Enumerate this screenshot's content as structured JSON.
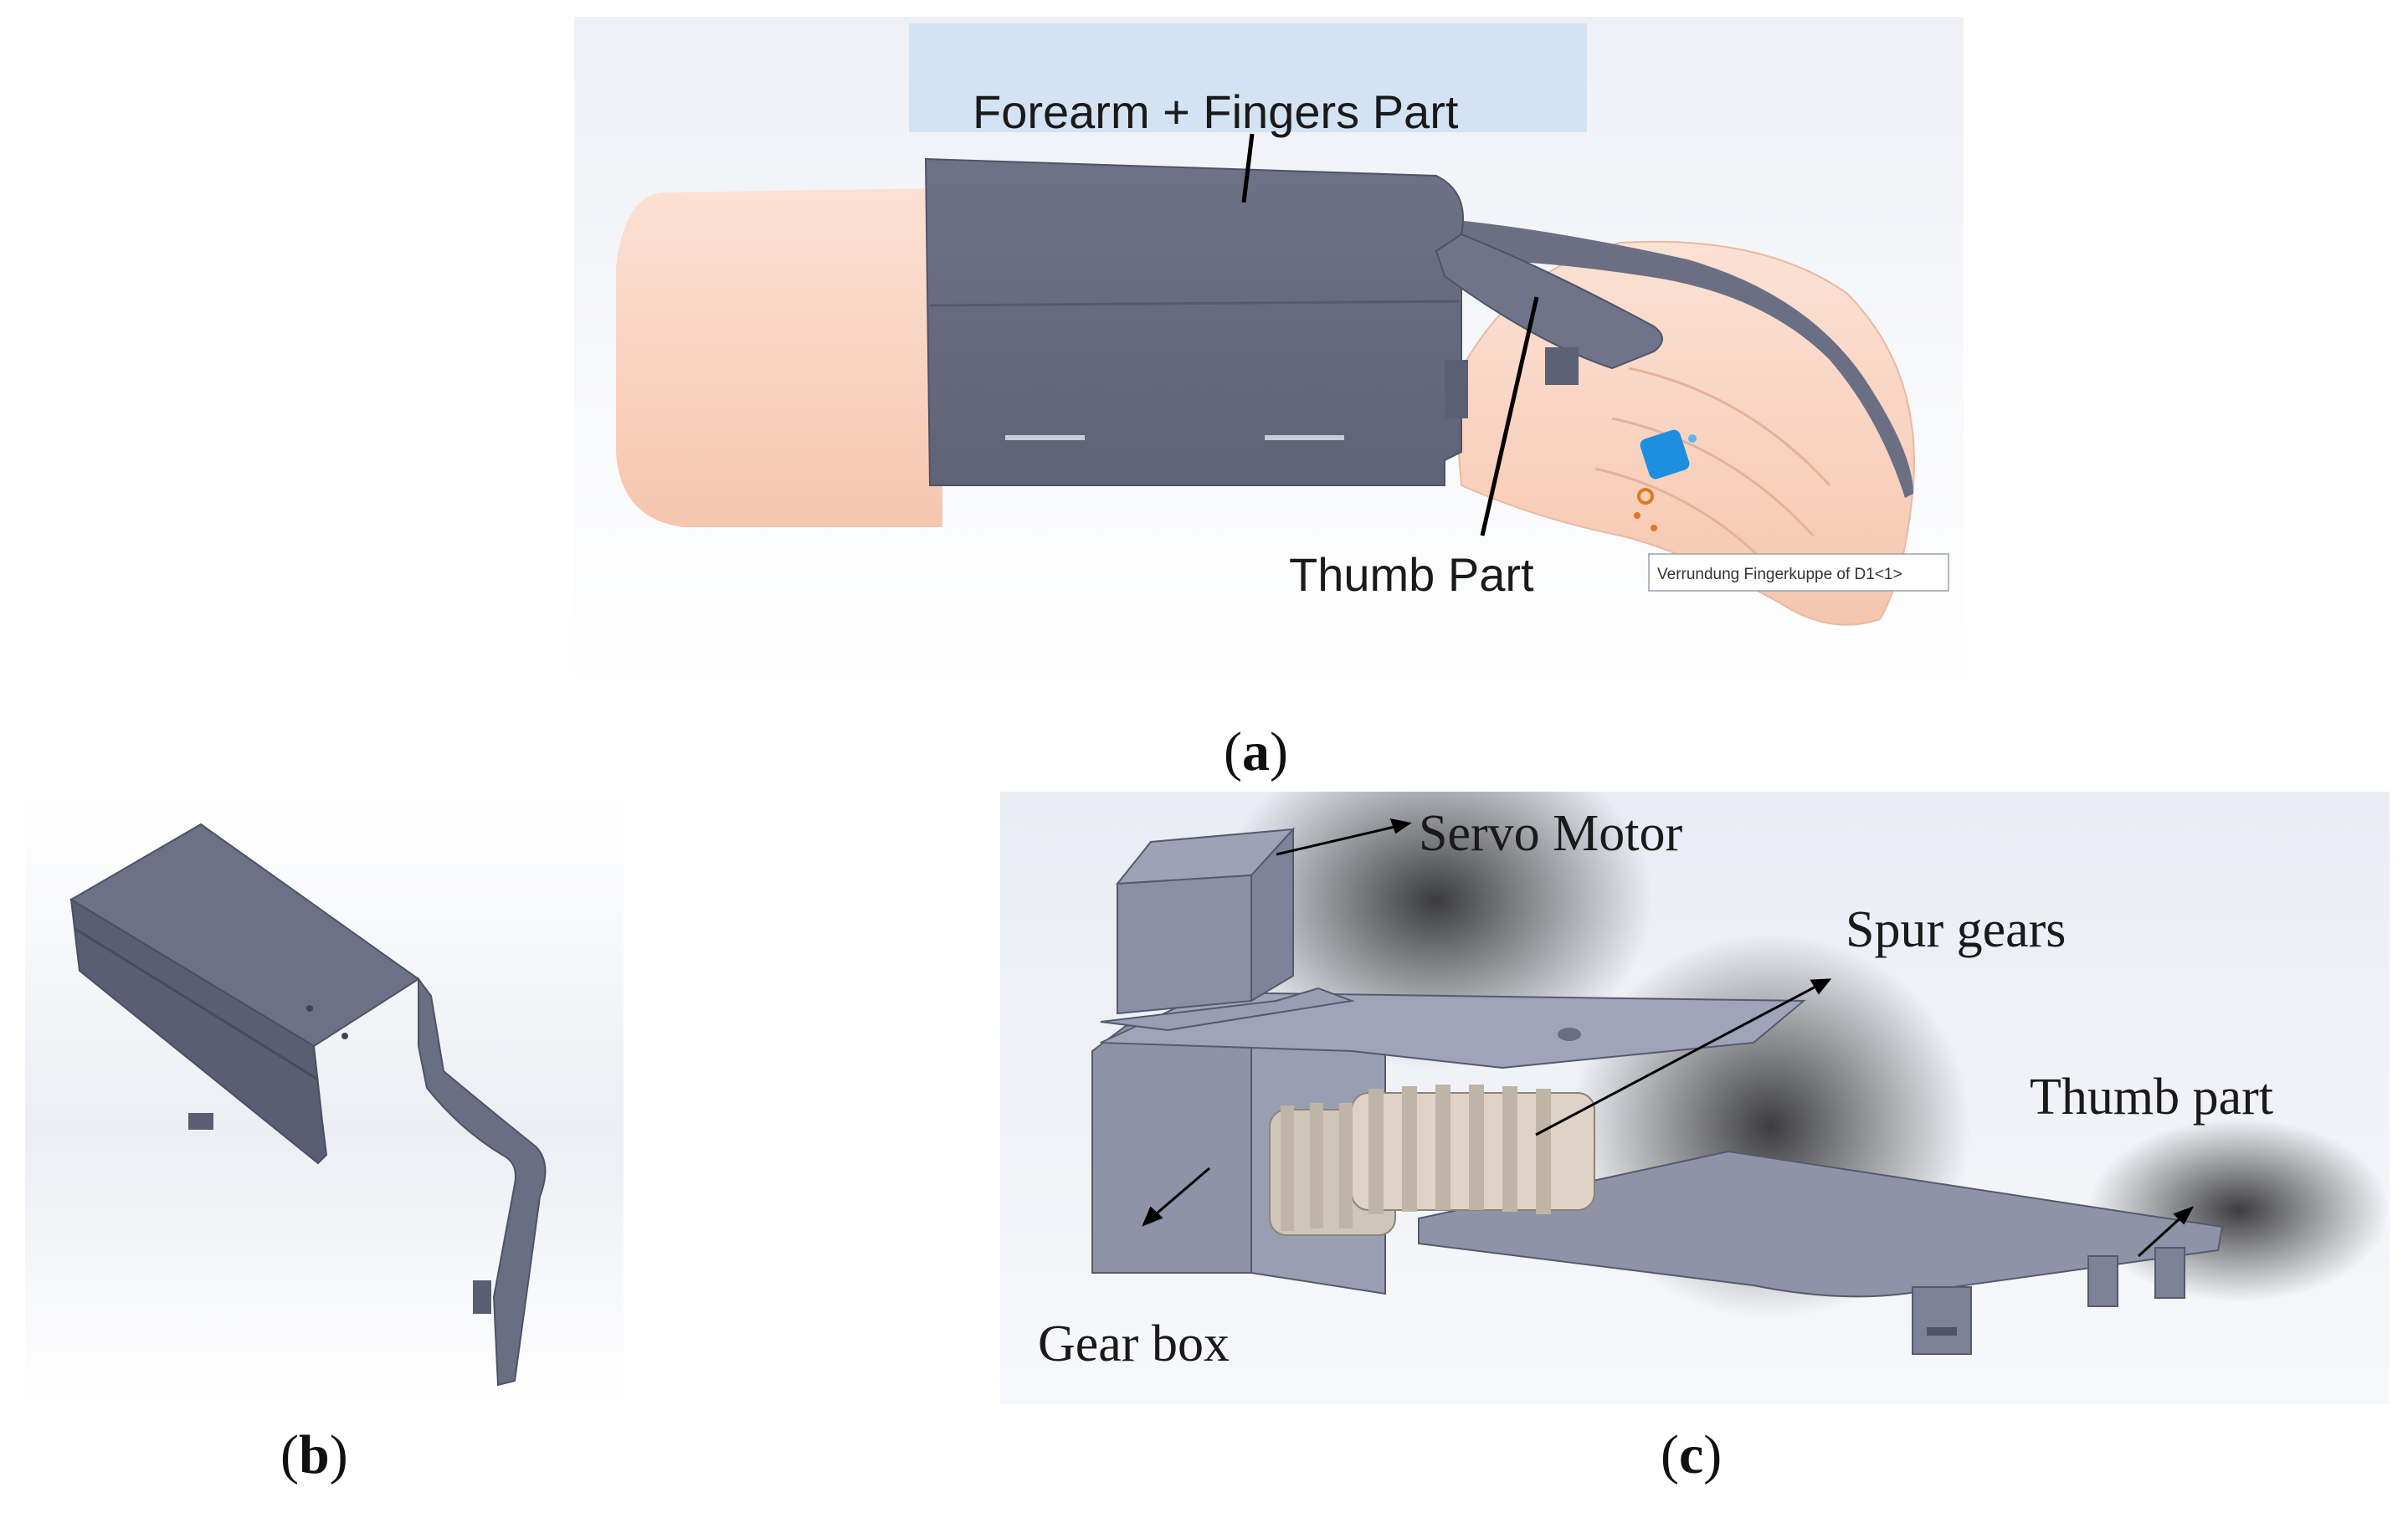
{
  "panel_a": {
    "label_forearm": "Forearm + Fingers Part",
    "label_thumb": "Thumb Part",
    "tooltip": "Verrundung Fingerkuppe of D1<1>",
    "caption_letter": "a"
  },
  "panel_b": {
    "caption_letter": "b"
  },
  "panel_c": {
    "label_servo": "Servo Motor",
    "label_spur": "Spur gears",
    "label_thumb": "Thumb part",
    "label_gearbox": "Gear box",
    "caption_letter": "c"
  }
}
